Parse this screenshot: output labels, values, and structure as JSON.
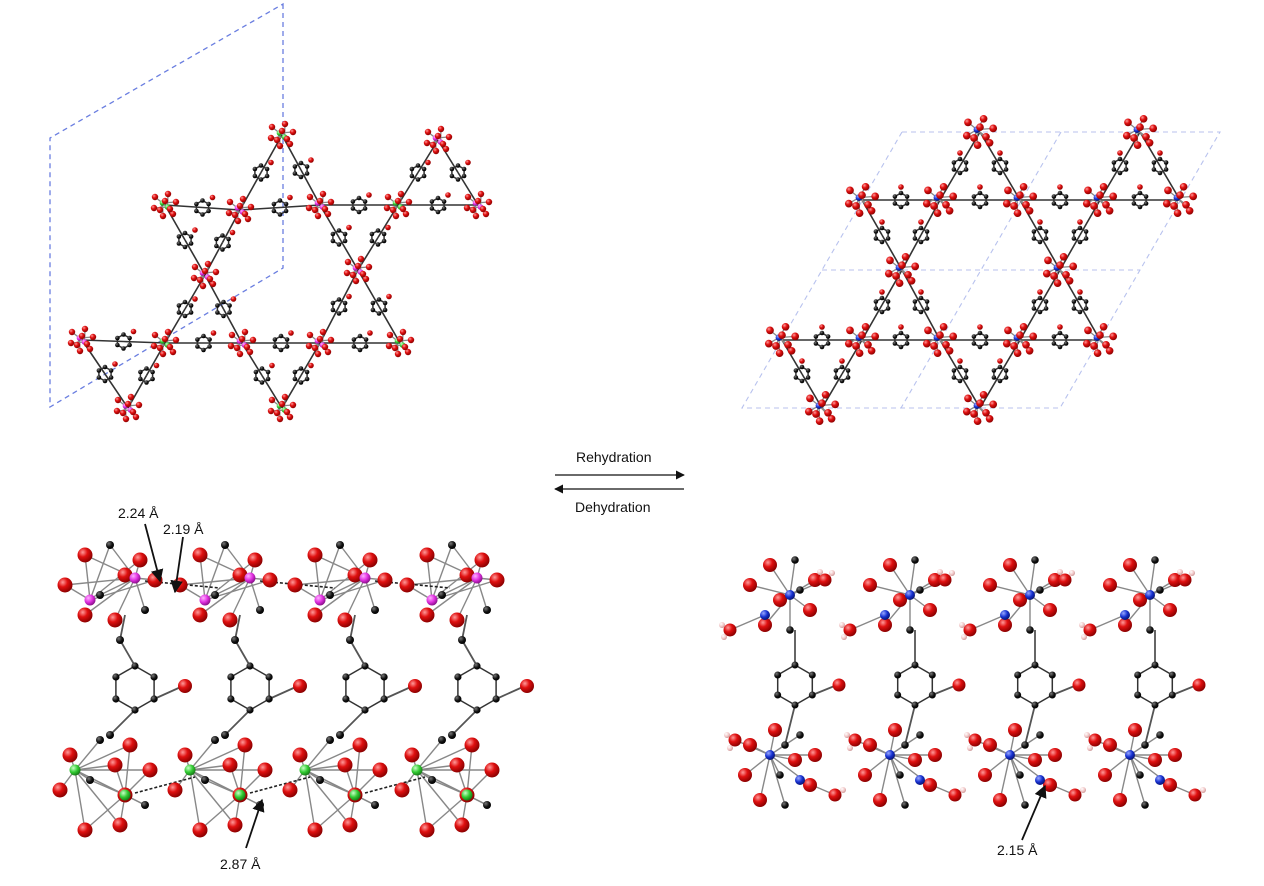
{
  "labels": {
    "rehydration": "Rehydration",
    "dehydration": "Dehydration",
    "d_224": "2.24 Å",
    "d_219": "2.19 Å",
    "d_287": "2.87 Å",
    "d_215": "2.15 Å"
  },
  "colors": {
    "oxygen": "#e01010",
    "carbon": "#151515",
    "metal_a": "#e030e0",
    "metal_b": "#33cc33",
    "metal_c": "#1530d0",
    "hydrogen": "#f2c8c8",
    "bond": "#777777",
    "cell": "#6a7ee0",
    "cell_light": "#b8c2ee"
  }
}
